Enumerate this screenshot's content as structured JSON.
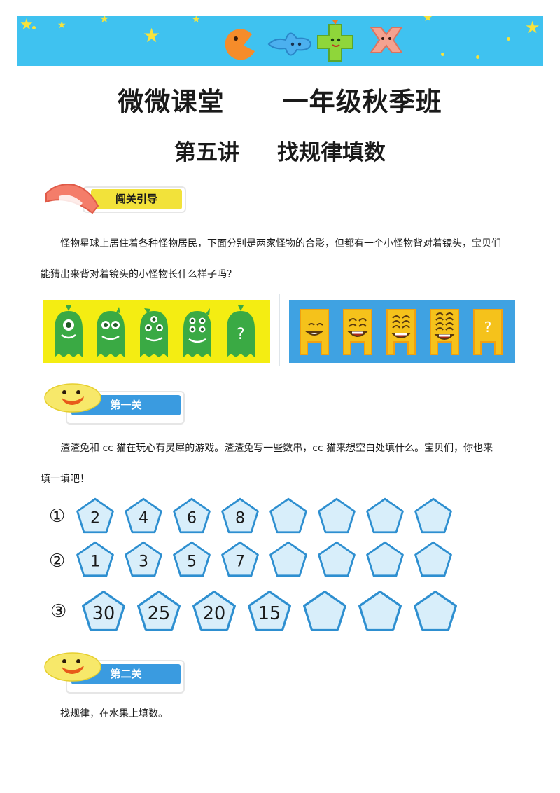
{
  "header": {
    "title": "微微课堂      一年级秋季班",
    "subtitle": "第五讲     找规律填数"
  },
  "sections": {
    "intro": {
      "label": "闯关引导"
    },
    "level1": {
      "label": "第一关"
    },
    "level2": {
      "label": "第二关"
    }
  },
  "paragraphs": {
    "intro_line1": "怪物星球上居住着各种怪物居民，下面分别是两家怪物的合影，但都有一个小怪物背对着镜头，宝贝们",
    "intro_line2": "能猜出来背对着镜头的小怪物长什么样子吗？",
    "level1_line1": "渣渣兔和  cc  猫在玩心有灵犀的游戏。渣渣兔写一些数串，cc  猫来想空白处填什么。宝贝们，你也来",
    "level1_line2": "填一填吧！",
    "level2_line1": "找规律，在水果上填数。"
  },
  "monsters": {
    "green_hidden": "?",
    "yellow_hidden": "?"
  },
  "puzzles": [
    {
      "label": "①",
      "numbers": [
        "2",
        "4",
        "6",
        "8",
        "",
        "",
        "",
        ""
      ]
    },
    {
      "label": "②",
      "numbers": [
        "1",
        "3",
        "5",
        "7",
        "",
        "",
        "",
        ""
      ]
    },
    {
      "label": "③",
      "numbers": [
        "30",
        "25",
        "20",
        "15",
        "",
        "",
        ""
      ]
    }
  ],
  "colors": {
    "banner": "#3fc2f0",
    "pentagon_fill": "#d8eefa",
    "pentagon_stroke": "#2e8fd0",
    "intro_bar": "#f2e23a",
    "level_bar": "#3a9be0",
    "monster_green": "#3aaa44",
    "monster_yellow": "#f5c21b"
  }
}
